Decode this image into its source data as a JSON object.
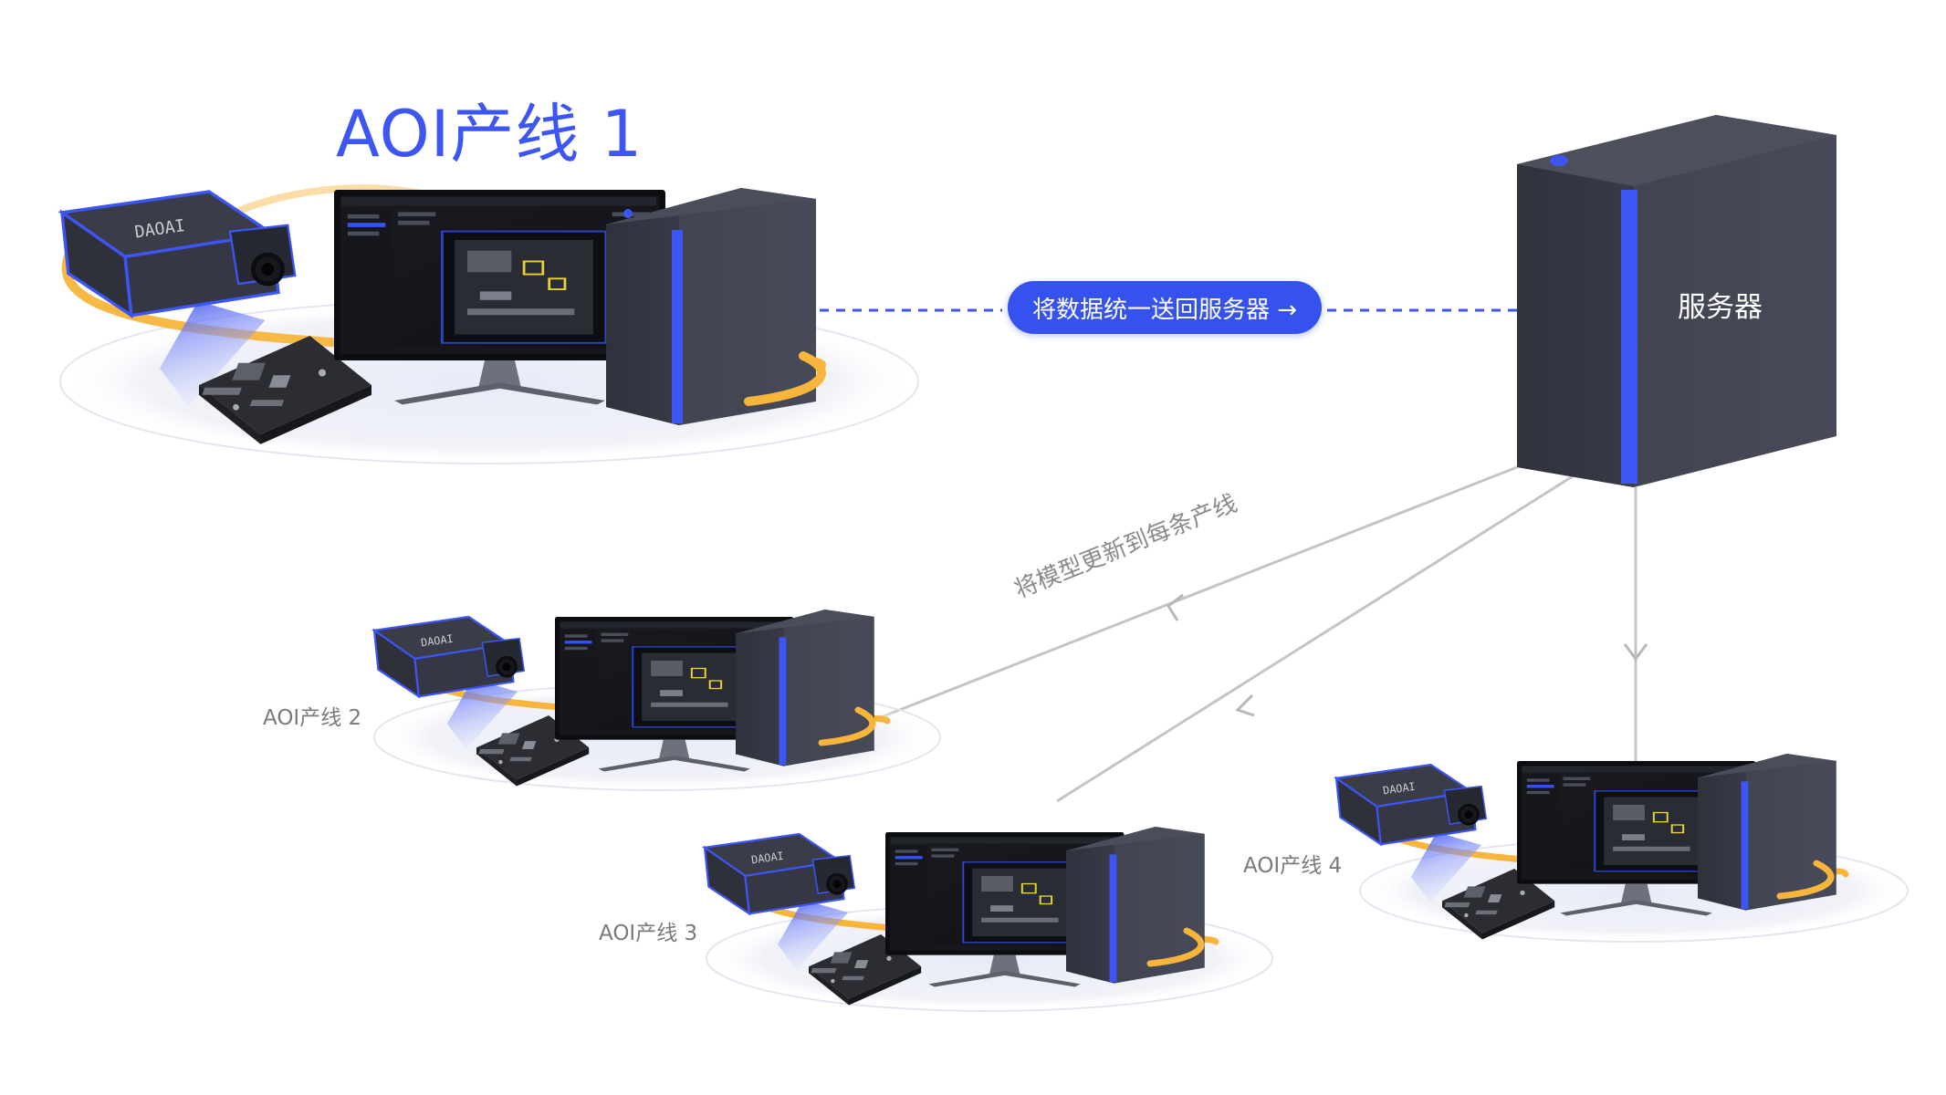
{
  "diagram": {
    "main_line_title": "AOI产线 1",
    "send_label": "将数据统一送回服务器 →",
    "server_label": "服务器",
    "update_label": "将模型更新到每条产线",
    "camera_brand": "DAOAI",
    "lines": [
      {
        "label": "AOI产线 2"
      },
      {
        "label": "AOI产线 3"
      },
      {
        "label": "AOI产线 4"
      }
    ]
  },
  "colors": {
    "accent_blue": "#3d55f2",
    "pill_blue": "#3552ee",
    "device_dark": "#3d3f4c",
    "orbit_orange": "#f7b53b",
    "connector_gray": "#bdbdbd",
    "dash_blue": "#3d55f2"
  },
  "icons": [
    "camera-icon",
    "monitor-icon",
    "pc-tower-icon",
    "server-icon",
    "circuit-board-icon",
    "arrow-right-icon"
  ]
}
